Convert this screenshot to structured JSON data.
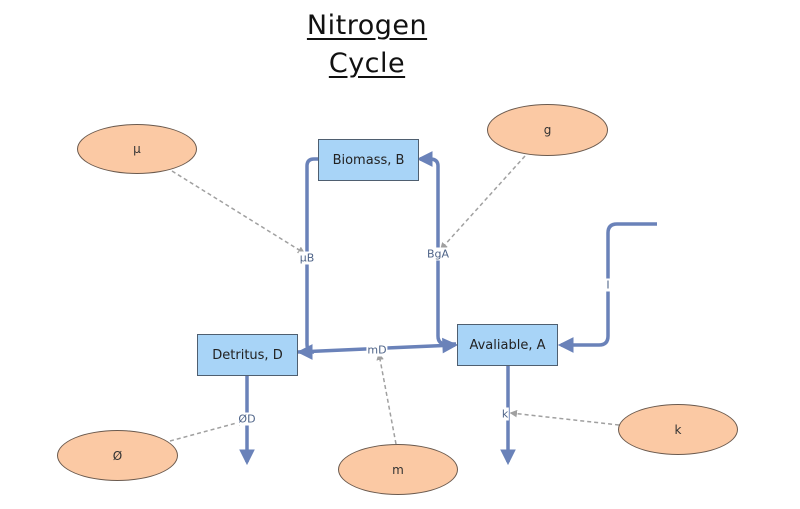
{
  "title": {
    "line1": "Nitrogen",
    "line2": "Cycle"
  },
  "stocks": {
    "biomass": "Biomass, B",
    "detritus": "Detritus, D",
    "available": "Avaliable, A"
  },
  "parameters": {
    "mu": "μ",
    "g": "g",
    "phi": "Ø",
    "m": "m",
    "k": "k"
  },
  "flows": {
    "death": "μB",
    "growth": "BgA",
    "mineralization": "mD",
    "input": "I",
    "detritus_loss": "ØD",
    "leaching": "k"
  },
  "colors": {
    "stock_fill": "#a8d4f7",
    "parameter_fill": "#fbc9a4",
    "flow_line": "#6a82b9",
    "link_line": "#9a9a9a"
  }
}
